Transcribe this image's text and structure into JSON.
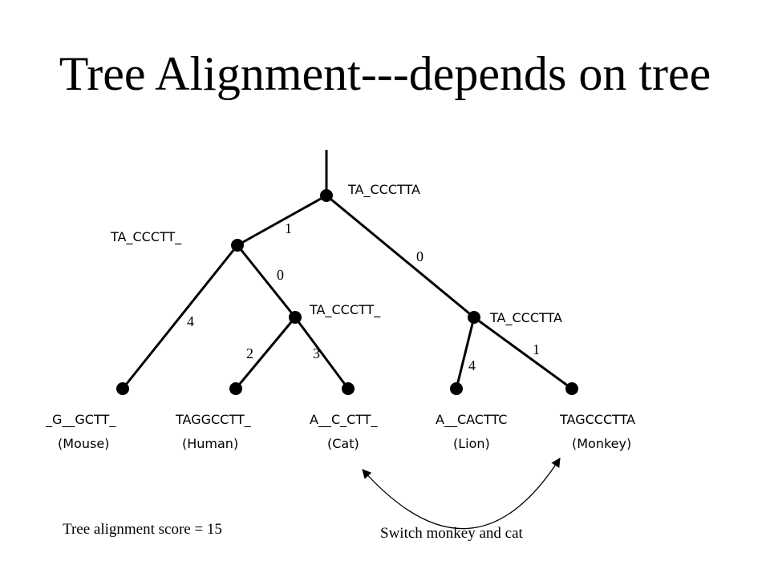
{
  "title": "Tree Alignment---depends on tree",
  "internal_nodes": {
    "root": "TA_CCCTTA",
    "left": "TA_CCCTT_",
    "mid": "TA_CCCTT_",
    "right": "TA_CCCTTA"
  },
  "edge_weights": {
    "root_left": "1",
    "root_right": "0",
    "left_mid": "0",
    "left_mouse": "4",
    "mid_human": "2",
    "mid_cat": "3",
    "right_lion": "4",
    "right_monkey": "1"
  },
  "leaves": [
    {
      "seq": "_G__GCTT_",
      "name": "(Mouse)"
    },
    {
      "seq": "TAGGCCTT_",
      "name": "(Human)"
    },
    {
      "seq": "A__C_CTT_",
      "name": "(Cat)"
    },
    {
      "seq": "A__CACTTC",
      "name": "(Lion)"
    },
    {
      "seq": "TAGCCCTTA",
      "name": "(Monkey)"
    }
  ],
  "score_text": "Tree alignment score = 15",
  "switch_text": "Switch monkey and cat",
  "colors": {
    "ink": "#000000",
    "background": "#ffffff"
  }
}
